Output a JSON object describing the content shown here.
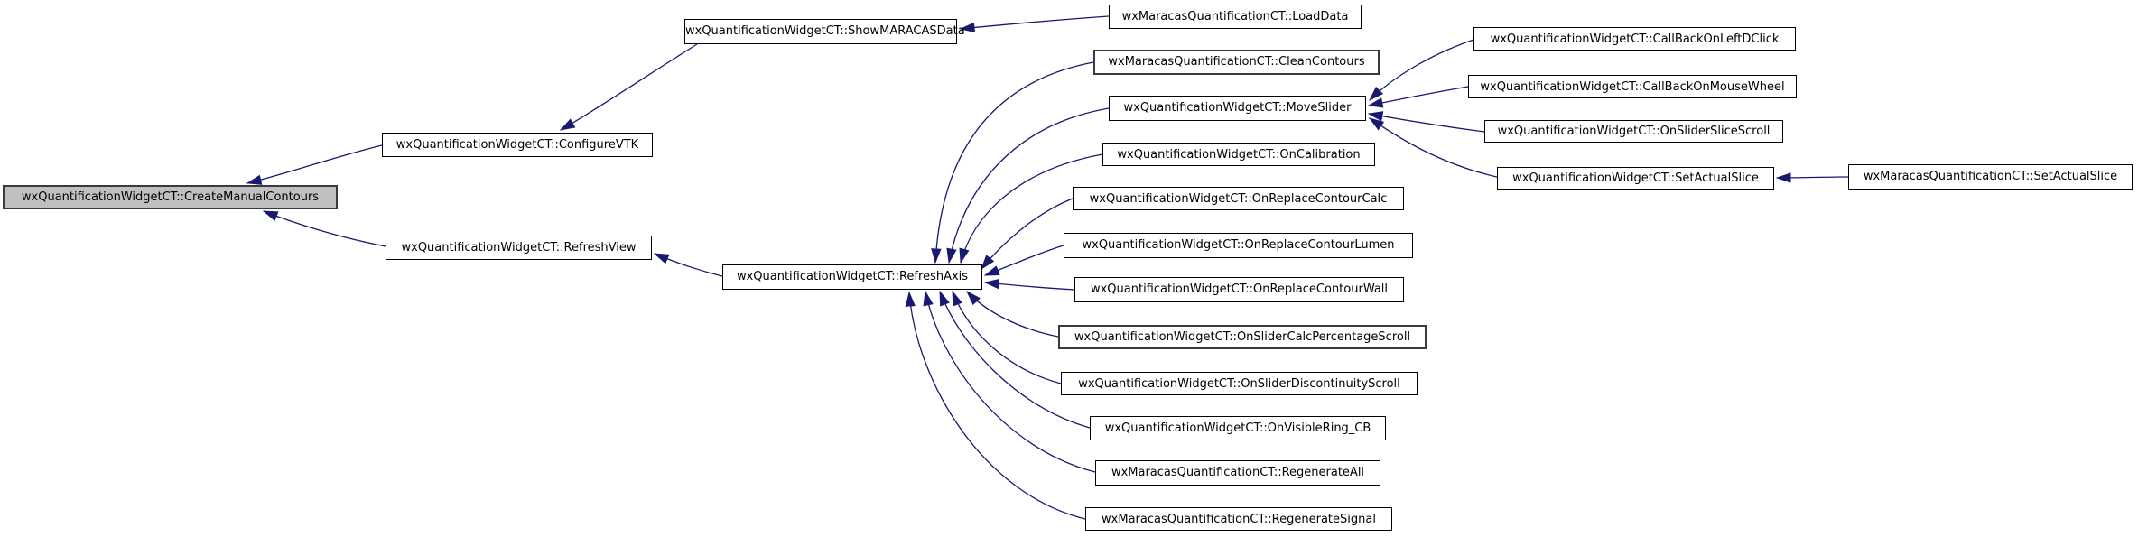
{
  "diagram": {
    "kind": "doxygen-caller-graph",
    "colors": {
      "background": "#ffffff",
      "edge": "#191970",
      "node_fill": "#ffffff",
      "node_border": "#000000",
      "focus_node_fill": "#c0c0c0"
    },
    "nodes": {
      "create_manual_contours": {
        "label": "wxQuantificationWidgetCT::CreateManualContours"
      },
      "configure_vtk": {
        "label": "wxQuantificationWidgetCT::ConfigureVTK"
      },
      "refresh_view": {
        "label": "wxQuantificationWidgetCT::RefreshView"
      },
      "show_maracas_data": {
        "label": "wxQuantificationWidgetCT::ShowMARACASData"
      },
      "refresh_axis": {
        "label": "wxQuantificationWidgetCT::RefreshAxis"
      },
      "load_data": {
        "label": "wxMaracasQuantificationCT::LoadData"
      },
      "clean_contours": {
        "label": "wxMaracasQuantificationCT::CleanContours"
      },
      "move_slider": {
        "label": "wxQuantificationWidgetCT::MoveSlider"
      },
      "on_calibration": {
        "label": "wxQuantificationWidgetCT::OnCalibration"
      },
      "on_replace_contour_calc": {
        "label": "wxQuantificationWidgetCT::OnReplaceContourCalc"
      },
      "on_replace_contour_lumen": {
        "label": "wxQuantificationWidgetCT::OnReplaceContourLumen"
      },
      "on_replace_contour_wall": {
        "label": "wxQuantificationWidgetCT::OnReplaceContourWall"
      },
      "on_slider_calc_percentage_scroll": {
        "label": "wxQuantificationWidgetCT::OnSliderCalcPercentageScroll"
      },
      "on_slider_discontinuity_scroll": {
        "label": "wxQuantificationWidgetCT::OnSliderDiscontinuityScroll"
      },
      "on_visible_ring_cb": {
        "label": "wxQuantificationWidgetCT::OnVisibleRing_CB"
      },
      "regenerate_all": {
        "label": "wxMaracasQuantificationCT::RegenerateAll"
      },
      "regenerate_signal": {
        "label": "wxMaracasQuantificationCT::RegenerateSignal"
      },
      "callback_on_left_dclick": {
        "label": "wxQuantificationWidgetCT::CallBackOnLeftDClick"
      },
      "callback_on_mouse_wheel": {
        "label": "wxQuantificationWidgetCT::CallBackOnMouseWheel"
      },
      "on_slider_slice_scroll": {
        "label": "wxQuantificationWidgetCT::OnSliderSliceScroll"
      },
      "set_actual_slice": {
        "label": "wxQuantificationWidgetCT::SetActualSlice"
      },
      "maracas_set_actual_slice": {
        "label": "wxMaracasQuantificationCT::SetActualSlice"
      }
    },
    "edges": [
      {
        "from": "configure_vtk",
        "to": "create_manual_contours"
      },
      {
        "from": "refresh_view",
        "to": "create_manual_contours"
      },
      {
        "from": "show_maracas_data",
        "to": "configure_vtk"
      },
      {
        "from": "load_data",
        "to": "show_maracas_data"
      },
      {
        "from": "refresh_axis",
        "to": "refresh_view"
      },
      {
        "from": "clean_contours",
        "to": "refresh_axis"
      },
      {
        "from": "move_slider",
        "to": "refresh_axis"
      },
      {
        "from": "on_calibration",
        "to": "refresh_axis"
      },
      {
        "from": "on_replace_contour_calc",
        "to": "refresh_axis"
      },
      {
        "from": "on_replace_contour_lumen",
        "to": "refresh_axis"
      },
      {
        "from": "on_replace_contour_wall",
        "to": "refresh_axis"
      },
      {
        "from": "on_slider_calc_percentage_scroll",
        "to": "refresh_axis"
      },
      {
        "from": "on_slider_discontinuity_scroll",
        "to": "refresh_axis"
      },
      {
        "from": "on_visible_ring_cb",
        "to": "refresh_axis"
      },
      {
        "from": "regenerate_all",
        "to": "refresh_axis"
      },
      {
        "from": "regenerate_signal",
        "to": "refresh_axis"
      },
      {
        "from": "callback_on_left_dclick",
        "to": "move_slider"
      },
      {
        "from": "callback_on_mouse_wheel",
        "to": "move_slider"
      },
      {
        "from": "on_slider_slice_scroll",
        "to": "move_slider"
      },
      {
        "from": "set_actual_slice",
        "to": "move_slider"
      },
      {
        "from": "maracas_set_actual_slice",
        "to": "set_actual_slice"
      }
    ]
  }
}
